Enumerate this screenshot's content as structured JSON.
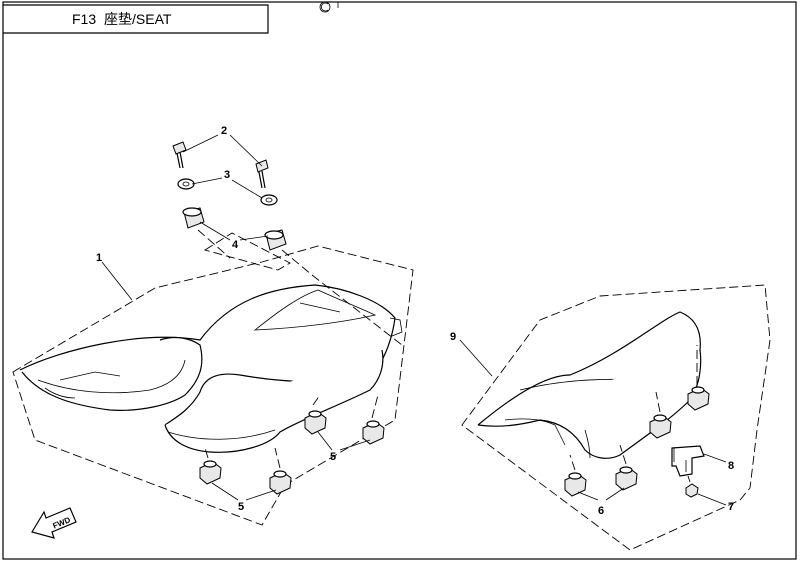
{
  "header": {
    "code": "F13",
    "title": "座垫/SEAT"
  },
  "callouts": {
    "c1": "1",
    "c2": "2",
    "c3": "3",
    "c4": "4",
    "c5a": "5",
    "c5b": "5",
    "c6": "6",
    "c7": "7",
    "c8": "8",
    "c9": "9"
  },
  "direction_marker": {
    "label": "FWD"
  },
  "icons": {
    "arrow": "fwd-arrow-icon",
    "logo": "brand-logo-icon"
  }
}
